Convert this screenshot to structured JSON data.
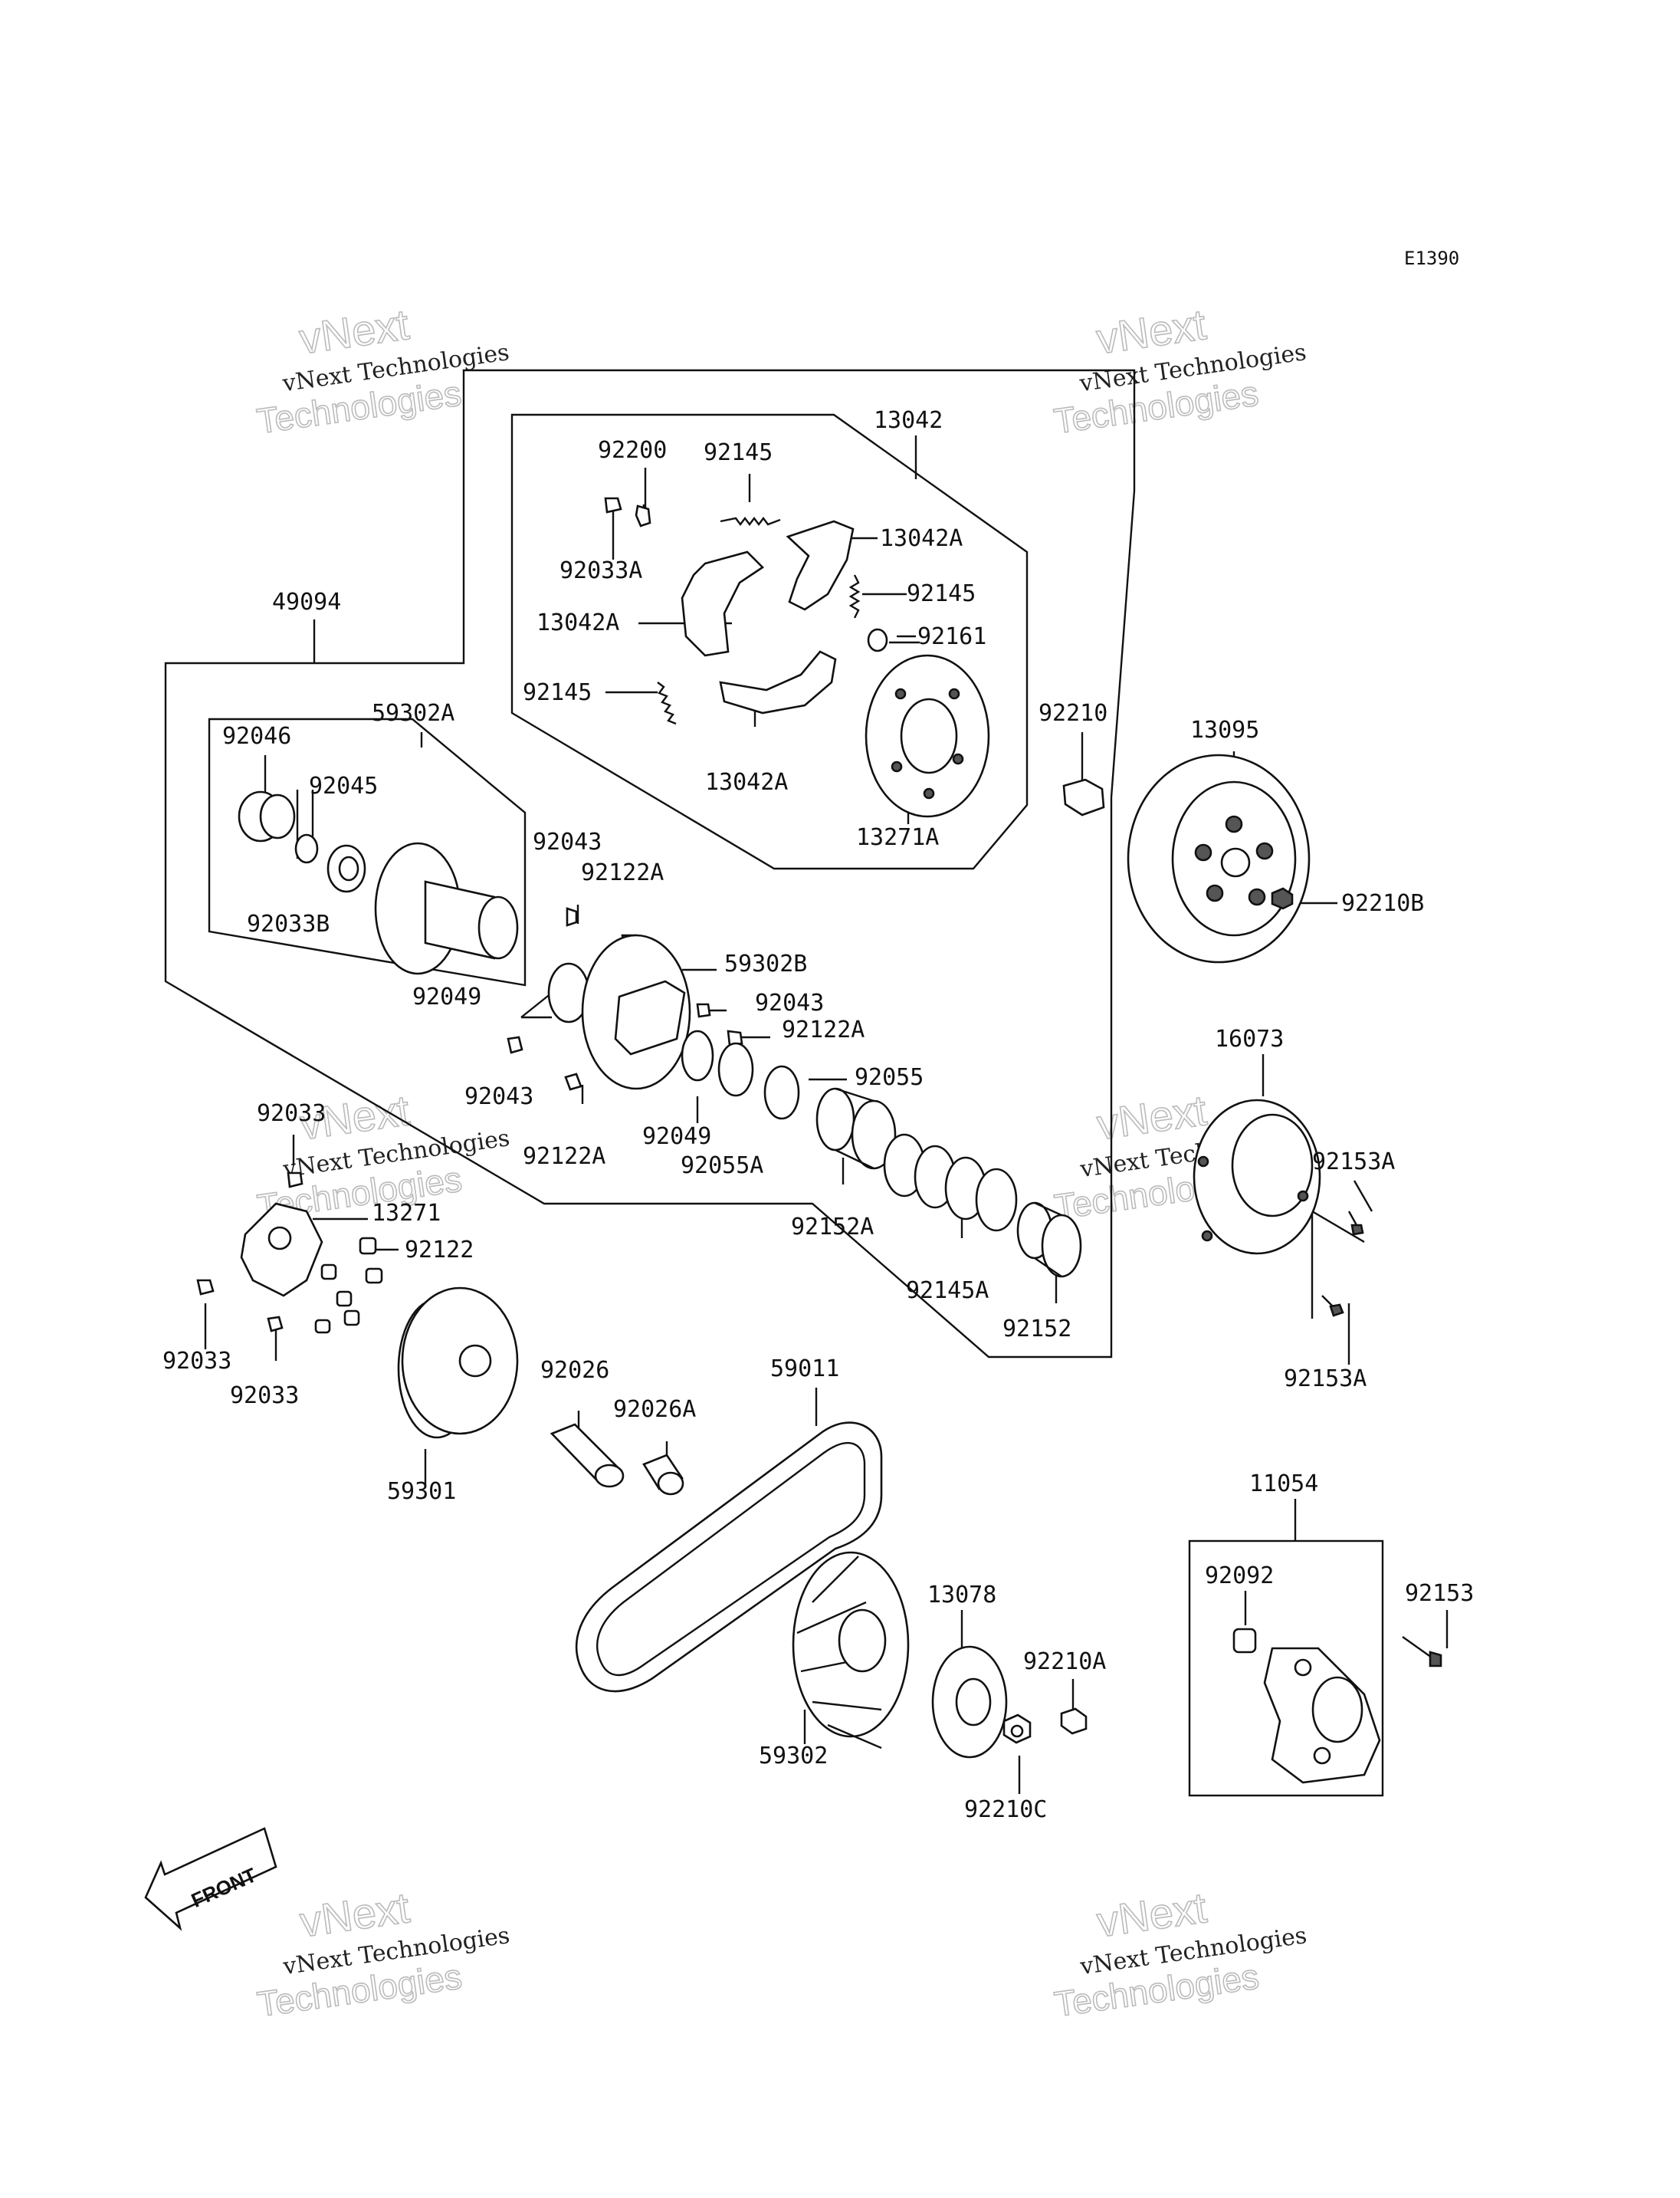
{
  "ref_code": "E1390",
  "front_label": "FRONT",
  "watermark": {
    "line1": "vNext Technologies",
    "line2": "vNext",
    "line3": "Technologies"
  },
  "labels": [
    {
      "id": "p13042",
      "text": "13042"
    },
    {
      "id": "p92200",
      "text": "92200"
    },
    {
      "id": "p92145a",
      "text": "92145"
    },
    {
      "id": "p13042a_1",
      "text": "13042A"
    },
    {
      "id": "p92033a",
      "text": "92033A"
    },
    {
      "id": "p92145b",
      "text": "92145"
    },
    {
      "id": "p13042a_2",
      "text": "13042A"
    },
    {
      "id": "p92161",
      "text": "92161"
    },
    {
      "id": "p92145c",
      "text": "92145"
    },
    {
      "id": "p13042a_3",
      "text": "13042A"
    },
    {
      "id": "p13271a",
      "text": "13271A"
    },
    {
      "id": "p49094",
      "text": "49094"
    },
    {
      "id": "p59302a",
      "text": "59302A"
    },
    {
      "id": "p92046",
      "text": "92046"
    },
    {
      "id": "p92045",
      "text": "92045"
    },
    {
      "id": "p92033b",
      "text": "92033B"
    },
    {
      "id": "p92043a",
      "text": "92043"
    },
    {
      "id": "p92122a_1",
      "text": "92122A"
    },
    {
      "id": "p59302b",
      "text": "59302B"
    },
    {
      "id": "p92049a",
      "text": "92049"
    },
    {
      "id": "p92043b",
      "text": "92043"
    },
    {
      "id": "p92122a_2",
      "text": "92122A"
    },
    {
      "id": "p92043c",
      "text": "92043"
    },
    {
      "id": "p92122a_3",
      "text": "92122A"
    },
    {
      "id": "p92049b",
      "text": "92049"
    },
    {
      "id": "p92055",
      "text": "92055"
    },
    {
      "id": "p92055a",
      "text": "92055A"
    },
    {
      "id": "p92152a",
      "text": "92152A"
    },
    {
      "id": "p92145a2",
      "text": "92145A"
    },
    {
      "id": "p92152",
      "text": "92152"
    },
    {
      "id": "p92210",
      "text": "92210"
    },
    {
      "id": "p13095",
      "text": "13095"
    },
    {
      "id": "p92210b",
      "text": "92210B"
    },
    {
      "id": "p16073",
      "text": "16073"
    },
    {
      "id": "p92153a_1",
      "text": "92153A"
    },
    {
      "id": "p92153a_2",
      "text": "92153A"
    },
    {
      "id": "p92033_1",
      "text": "92033"
    },
    {
      "id": "p13271",
      "text": "13271"
    },
    {
      "id": "p92122",
      "text": "92122"
    },
    {
      "id": "p92033_2",
      "text": "92033"
    },
    {
      "id": "p92033_3",
      "text": "92033"
    },
    {
      "id": "p59301",
      "text": "59301"
    },
    {
      "id": "p92026",
      "text": "92026"
    },
    {
      "id": "p92026a",
      "text": "92026A"
    },
    {
      "id": "p59011",
      "text": "59011"
    },
    {
      "id": "p59302",
      "text": "59302"
    },
    {
      "id": "p13078",
      "text": "13078"
    },
    {
      "id": "p92210a",
      "text": "92210A"
    },
    {
      "id": "p92210c",
      "text": "92210C"
    },
    {
      "id": "p11054",
      "text": "11054"
    },
    {
      "id": "p92092",
      "text": "92092"
    },
    {
      "id": "p92153",
      "text": "92153"
    }
  ]
}
